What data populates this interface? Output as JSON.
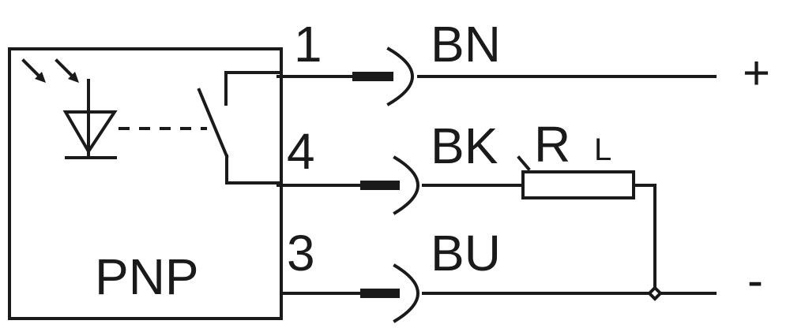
{
  "sensor": {
    "output_type": "PNP"
  },
  "pins": [
    {
      "number": "1",
      "color_code": "BN"
    },
    {
      "number": "4",
      "color_code": "BK"
    },
    {
      "number": "3",
      "color_code": "BU"
    }
  ],
  "load": {
    "symbol": "R",
    "subscript": "L"
  },
  "supply": {
    "positive": "+",
    "negative": "-"
  },
  "colors": {
    "line": "#1a1a1a",
    "background": "#ffffff"
  }
}
